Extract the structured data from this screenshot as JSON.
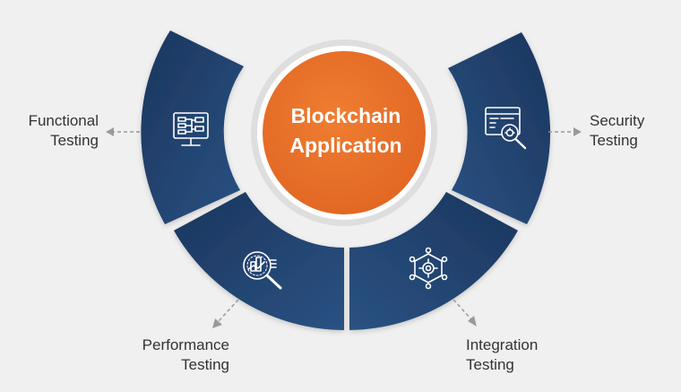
{
  "center": {
    "line1": "Blockchain",
    "line2": "Application"
  },
  "segments": {
    "functional": {
      "line1": "Functional",
      "line2": "Testing",
      "icon": "monitor-flowchart-icon"
    },
    "security": {
      "line1": "Security",
      "line2": "Testing",
      "icon": "code-window-bug-search-icon"
    },
    "performance": {
      "line1": "Performance",
      "line2": "Testing",
      "icon": "chart-magnifier-icon"
    },
    "integration": {
      "line1": "Integration",
      "line2": "Testing",
      "icon": "gear-network-icon"
    }
  },
  "colors": {
    "background": "#f0f0f0",
    "segment_dark": "#1b365f",
    "segment_light": "#29507f",
    "center_orange": "#e8702a",
    "ring_gray": "#dcdcdc",
    "arrow_gray": "#9a9a9a",
    "text": "#333333"
  }
}
